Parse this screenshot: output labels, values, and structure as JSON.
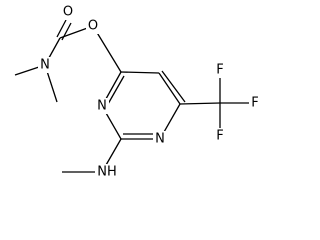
{
  "molecule": {
    "atoms": {
      "carbonyl_oxygen": "O",
      "ester_oxygen": "O",
      "carbamate_nitrogen": "N",
      "ring_nitrogen_1": "N",
      "ring_nitrogen_3": "N",
      "amine_group": "NH",
      "fluorine_top": "F",
      "fluorine_right": "F",
      "fluorine_bottom": "F"
    },
    "colors": {
      "ink": "#000000",
      "background": "#ffffff"
    }
  }
}
